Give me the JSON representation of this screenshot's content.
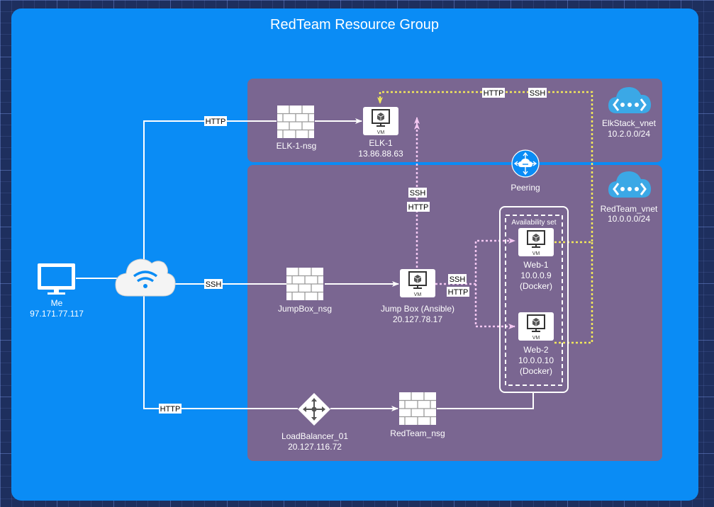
{
  "title": "RedTeam Resource Group",
  "colors": {
    "resource_group": "#0a8cf5",
    "vnet_panel": "#7a6691",
    "connector_white": "#ffffff",
    "connector_yellow": "#f2e85a",
    "connector_pink": "#f4c7f2",
    "vnet_cloud": "#3ba8e6"
  },
  "me": {
    "name": "Me",
    "ip": "97.171.77.117",
    "icon": "monitor-icon"
  },
  "internet": {
    "icon": "wifi-cloud-icon"
  },
  "elk_vnet": {
    "name": "ElkStack_vnet",
    "cidr": "10.2.0.0/24",
    "icon": "azure-vnet-icon"
  },
  "red_vnet": {
    "name": "RedTeam_vnet",
    "cidr": "10.0.0.0/24",
    "icon": "azure-vnet-icon"
  },
  "peering": {
    "label": "Peering",
    "icon": "peering-icon"
  },
  "elk_nsg": {
    "label": "ELK-1-nsg",
    "icon": "firewall-icon"
  },
  "jump_nsg": {
    "label": "JumpBox_nsg",
    "icon": "firewall-icon"
  },
  "red_nsg": {
    "label": "RedTeam_nsg",
    "icon": "firewall-icon"
  },
  "elk_vm": {
    "name": "ELK-1",
    "ip": "13.86.88.63",
    "badge": "VM"
  },
  "jump_vm": {
    "name": "Jump Box (Ansible)",
    "ip": "20.127.78.17",
    "badge": "VM"
  },
  "web1": {
    "name": "Web-1",
    "ip": "10.0.0.9",
    "note": "(Docker)",
    "badge": "VM"
  },
  "web2": {
    "name": "Web-2",
    "ip": "10.0.0.10",
    "note": "(Docker)",
    "badge": "VM"
  },
  "availability_set": {
    "label": "Availability set"
  },
  "load_balancer": {
    "name": "LoadBalancer_01",
    "ip": "20.127.116.72",
    "icon": "load-balancer-icon"
  },
  "edge_labels": {
    "me_to_elk": "HTTP",
    "me_to_jump": "SSH",
    "me_to_lb": "HTTP",
    "jump_to_elk_ssh": "SSH",
    "jump_to_elk_http": "HTTP",
    "jump_to_web_ssh": "SSH",
    "jump_to_web_http": "HTTP",
    "web_to_elk_http": "HTTP",
    "web_to_elk_ssh": "SSH"
  }
}
